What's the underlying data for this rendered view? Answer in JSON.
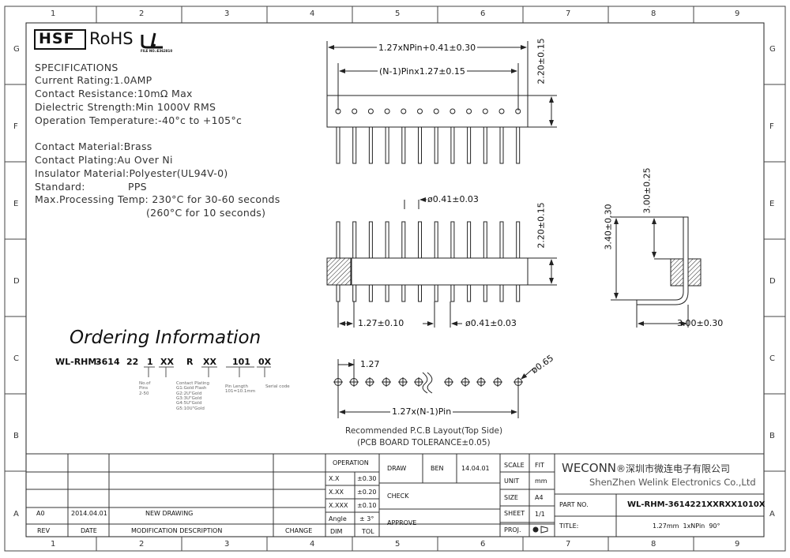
{
  "frame": {
    "columns": [
      "1",
      "2",
      "3",
      "4",
      "5",
      "6",
      "7",
      "8",
      "9"
    ],
    "rows": [
      "G",
      "F",
      "E",
      "D",
      "C",
      "B",
      "A"
    ]
  },
  "logos": {
    "hsf": "HSF",
    "rohs": "RoHS",
    "ul_file": "FILE NO.:E362810"
  },
  "specs": [
    "SPECIFICATIONS",
    "Current Rating:1.0AMP",
    "Contact Resistance:10mΩ Max",
    "Dielectric Strength:Min 1000V RMS",
    "Operation Temperature:-40°c to +105°c",
    "Contact Material:Brass",
    "Contact Plating:Au Over Ni",
    "Insulator Material:Polyester(UL94V-0)",
    "Standard:",
    "PPS",
    "Max.Processing Temp: 230°C for 30-60 seconds",
    "(260°C for 10 seconds)"
  ],
  "ordering": {
    "title": "Ordering Information",
    "code_parts": [
      "WL-RHM-",
      "3614",
      "22",
      "1",
      "XX",
      "R",
      "XX",
      "101",
      "0X"
    ],
    "notes": {
      "pins": "No.of\nPins\n2-50",
      "plating": "Contact Plating\nG1:Gold Flash\nG2:2U\"Gold\nG3:3U\"Gold\nG4:5U\"Gold\nG5:10U\"Gold",
      "length": "Pin Length\n101=10.1mm",
      "serial": "Serial code"
    }
  },
  "dims": {
    "overall": "1.27xNPin+0.41±0.30",
    "pitch_total": "(N-1)Pinx1.27±0.15",
    "height_top": "2.20±0.15",
    "pin_dia_top": "ø0.41±0.03",
    "height_front": "2.20±0.15",
    "pitch": "1.27±0.10",
    "pin_dia_bottom": "ø0.41±0.03",
    "side_h1": "3.40±0.30",
    "side_h2": "3.00±0.25",
    "side_w": "3.00±0.30",
    "pcb_pitch": "1.27",
    "pcb_hole": "ø0.65",
    "pcb_total": "1.27x(N-1)Pin"
  },
  "pcb_caption": [
    "Recommended P.C.B Layout(Top Side)",
    "(PCB BOARD TOLERANCE±0.05)"
  ],
  "title_block": {
    "revision_row": {
      "rev": "A0",
      "date": "2014.04.01",
      "desc": "NEW DRAWING"
    },
    "headers": {
      "rev": "REV",
      "date": "DATE",
      "desc": "MODIFICATION DESCRIPTION",
      "change": "CHANGE"
    },
    "operation": "OPERATION",
    "tolerances": [
      {
        "dim": "X.X",
        "tol": "±0.30"
      },
      {
        "dim": "X.XX",
        "tol": "±0.20"
      },
      {
        "dim": "X.XXX",
        "tol": "±0.10"
      },
      {
        "dim": "Angle",
        "tol": "± 3°"
      }
    ],
    "dim": "DIM",
    "tol": "TOL",
    "draw": "DRAW",
    "drawer": "BEN",
    "draw_date": "14.04.01",
    "check": "CHECK",
    "approve": "APPROVE",
    "scale": "SCALE",
    "scale_val": "FIT",
    "unit": "UNIT",
    "unit_val": "mm",
    "size": "SIZE",
    "size_val": "A4",
    "sheet": "SHEET",
    "sheet_val": "1/1",
    "proj": "PROJ.",
    "company_en_short": "WECONN",
    "company_cn": "®深圳市微连电子有限公司",
    "company_en": "ShenZhen Welink Electronics Co.,Ltd",
    "part_no_label": "PART NO.",
    "part_no": "WL-RHM-3614221XXRXX1010X",
    "title_label": "TITLE:",
    "title": "1.27mm  1xNPin  90°"
  }
}
